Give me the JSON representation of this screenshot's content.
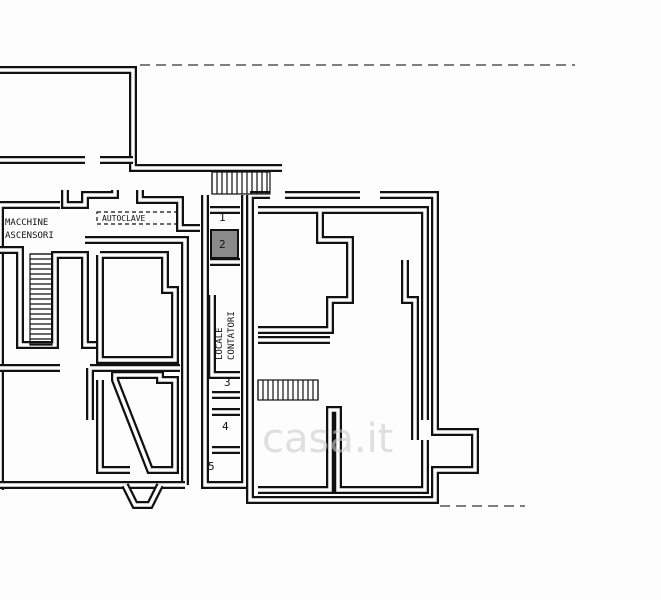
{
  "title": "Floor plan",
  "rooms": {
    "macchine_ascensori": [
      "MACCHINE",
      "ASCENSORI"
    ],
    "autoclave": "AUTOCLAVE",
    "locale_contatori": [
      "LOCALE",
      "CONTATORI"
    ],
    "numbers": [
      "1",
      "2",
      "3",
      "4",
      "5"
    ]
  },
  "watermark": "casa.it",
  "colors": {
    "wall": "#111111",
    "shaded_room": "#8a8a8a"
  }
}
